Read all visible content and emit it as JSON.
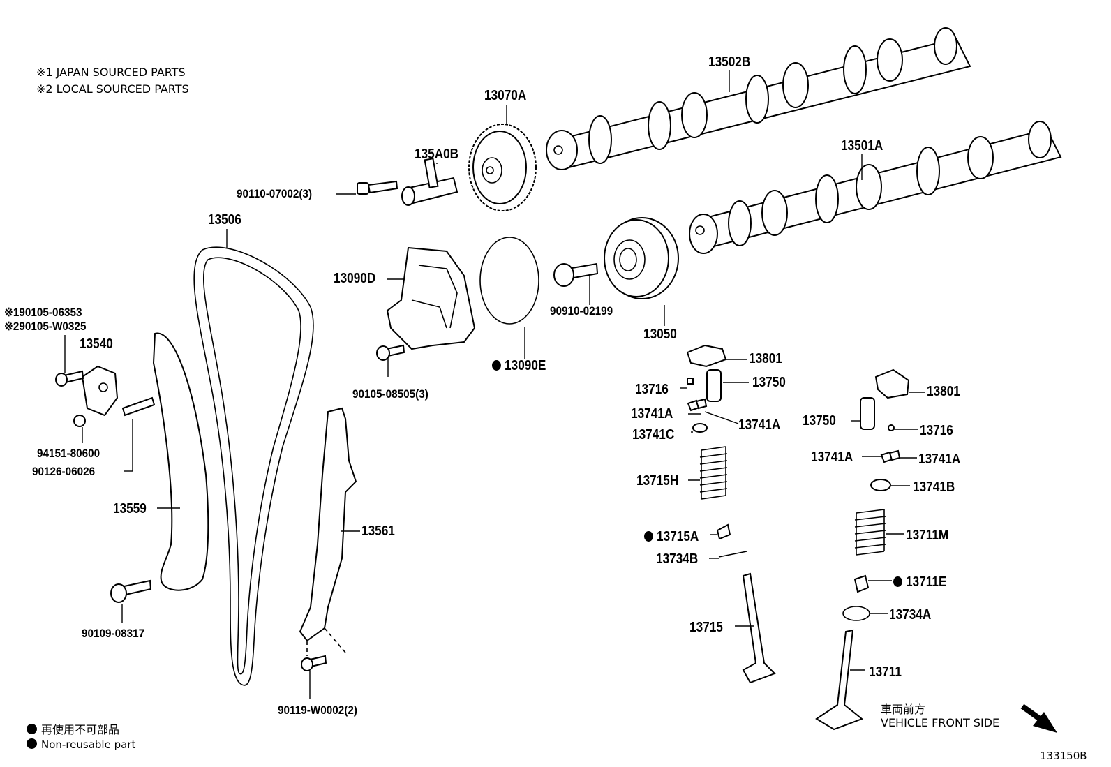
{
  "notes": {
    "japan": "※1 JAPAN SOURCED PARTS",
    "local": "※2 LOCAL SOURCED PARTS"
  },
  "legend": {
    "jp": "再使用不可部品",
    "en": "Non-reusable part"
  },
  "direction": {
    "jp": "車両前方",
    "en": "VEHICLE FRONT SIDE"
  },
  "diagram_id": "133150B",
  "parts": {
    "p13502B": "13502B",
    "p13501A": "13501A",
    "p13070A": "13070A",
    "p135A0B": "135A0B",
    "p90110": "90110-07002(3)",
    "p13506": "13506",
    "p13090D": "13090D",
    "p13090E": "13090E",
    "p90910": "90910-02199",
    "p13050": "13050",
    "p90105_08505": "90105-08505(3)",
    "p90105_06353": "※190105-06353",
    "p90105_W0325": "※290105-W0325",
    "p13540": "13540",
    "p94151": "94151-80600",
    "p90126": "90126-06026",
    "p13559": "13559",
    "p13561": "13561",
    "p90109": "90109-08317",
    "p90119": "90119-W0002(2)",
    "p13801a": "13801",
    "p13716a": "13716",
    "p13750a": "13750",
    "p13741Aa": "13741A",
    "p13741Ab": "13741A",
    "p13741C": "13741C",
    "p13715H": "13715H",
    "p13715A": "13715A",
    "p13734B": "13734B",
    "p13715": "13715",
    "p13801b": "13801",
    "p13750b": "13750",
    "p13716b": "13716",
    "p13741Ac": "13741A",
    "p13741Ad": "13741A",
    "p13741B": "13741B",
    "p13711M": "13711M",
    "p13711E": "13711E",
    "p13734A": "13734A",
    "p13711": "13711"
  }
}
